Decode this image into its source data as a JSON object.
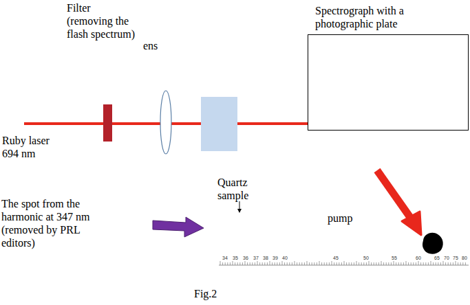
{
  "diagram": {
    "caption": "Fig.2",
    "nodes": [
      {
        "text": [
          "Spectrograph with a photographic plate"
        ]
      }
    ],
    "labels": [
      "Filter (removing the flash spectrum)",
      "ens",
      "Ruby laser 694 nm",
      "Quartz sample",
      "pump",
      "The spot from the harmonic at 347 nm (removed by PRL editors)",
      "34",
      "35",
      "36",
      "37",
      "38",
      "39",
      "40",
      "45",
      "50",
      "55",
      "60",
      "65",
      "70",
      "75",
      "80"
    ]
  }
}
